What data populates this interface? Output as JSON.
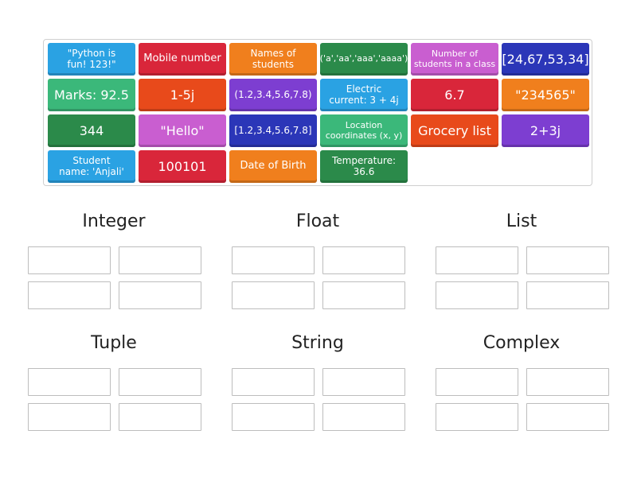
{
  "tiles": [
    {
      "text": "\"Python is\nfun! 123!\"",
      "color": "#2aa2e3"
    },
    {
      "text": "Mobile number",
      "color": "#d9263a"
    },
    {
      "text": "Names of\nstudents",
      "color": "#f07f1d"
    },
    {
      "text": "('a','aa','aaa','aaaa')",
      "color": "#2b8a4a"
    },
    {
      "text": "Number of\nstudents in a class",
      "color": "#c95ed0"
    },
    {
      "text": "[24,67,53,34]",
      "color": "#2b36b8"
    },
    {
      "text": "Marks: 92.5",
      "color": "#3bb87a"
    },
    {
      "text": "1-5j",
      "color": "#e84a1b"
    },
    {
      "text": "(1.2,3.4,5.6,7.8)",
      "color": "#7d3ed1"
    },
    {
      "text": "Electric\ncurrent: 3 + 4j",
      "color": "#2aa2e3"
    },
    {
      "text": "6.7",
      "color": "#d9263a"
    },
    {
      "text": "\"234565\"",
      "color": "#f07f1d"
    },
    {
      "text": "344",
      "color": "#2b8a4a"
    },
    {
      "text": "\"Hello\"",
      "color": "#c95ed0"
    },
    {
      "text": "[1.2,3.4,5.6,7.8]",
      "color": "#2b36b8"
    },
    {
      "text": "Location\ncoordinates (x, y)",
      "color": "#3bb87a"
    },
    {
      "text": "Grocery list",
      "color": "#e84a1b"
    },
    {
      "text": "2+3j",
      "color": "#7d3ed1"
    },
    {
      "text": "Student\nname: 'Anjali'",
      "color": "#2aa2e3"
    },
    {
      "text": "100101",
      "color": "#d9263a"
    },
    {
      "text": "Date of Birth",
      "color": "#f07f1d"
    },
    {
      "text": "Temperature:\n36.6",
      "color": "#2b8a4a"
    }
  ],
  "groups": [
    {
      "label": "Integer"
    },
    {
      "label": "Float"
    },
    {
      "label": "List"
    },
    {
      "label": "Tuple"
    },
    {
      "label": "String"
    },
    {
      "label": "Complex"
    }
  ]
}
